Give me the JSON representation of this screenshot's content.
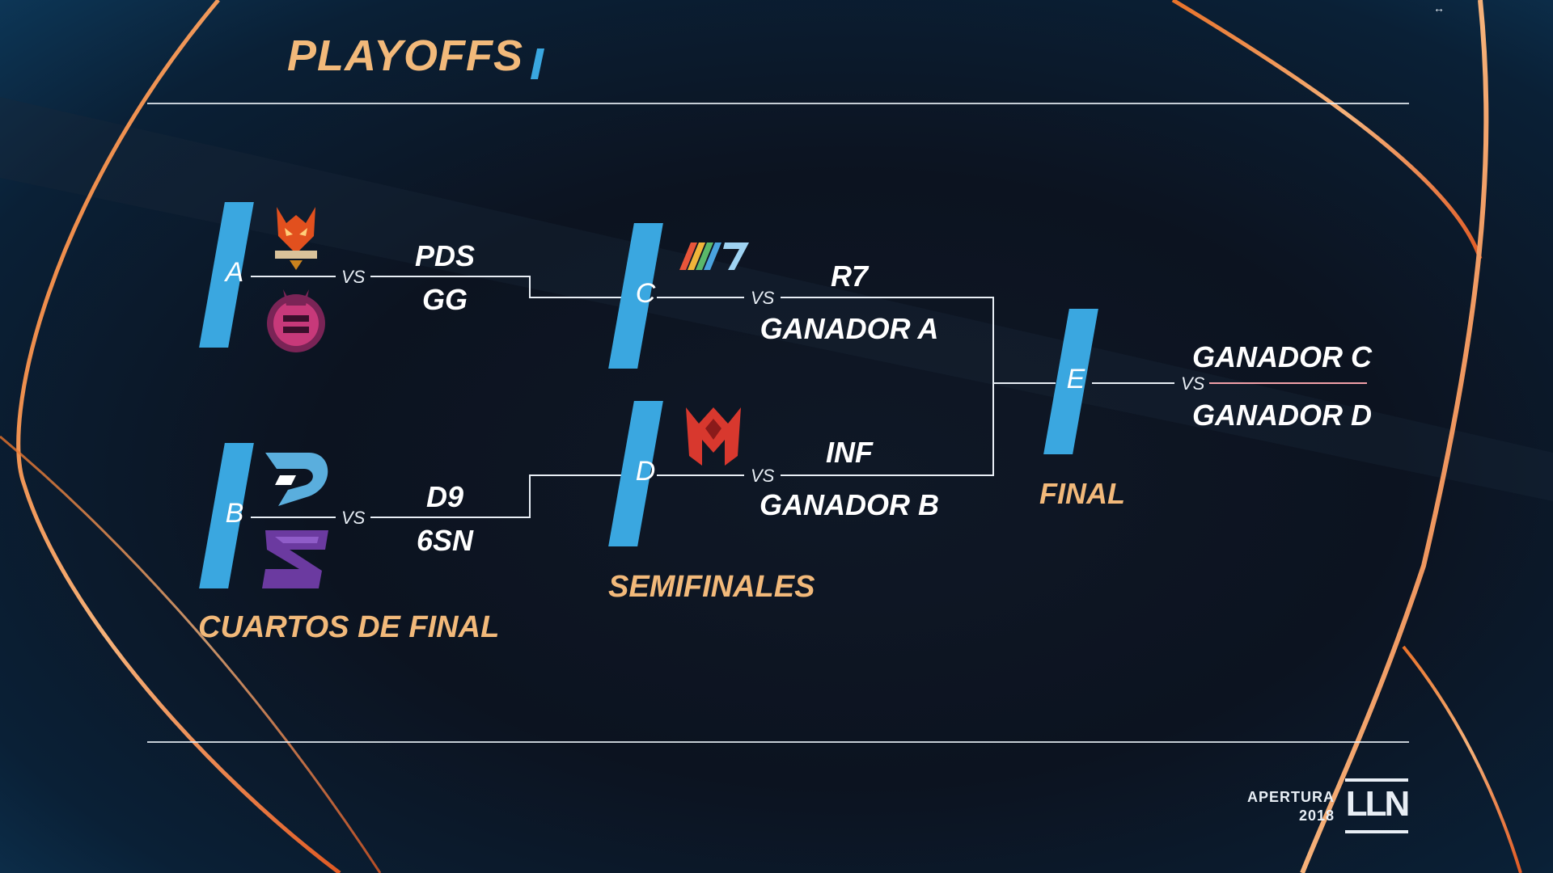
{
  "title": "PLAYOFFS",
  "colors": {
    "accent_blue": "#3aa7e0",
    "gold": "#f2b97a",
    "line": "#e8eef5"
  },
  "quarterfinals": {
    "stage_label": "CUARTOS DE FINAL",
    "match_a": {
      "slot": "A",
      "vs": "VS",
      "team1": "PDS",
      "team2": "GG",
      "logos": [
        "predators-logo",
        "gg-logo"
      ]
    },
    "match_b": {
      "slot": "B",
      "vs": "VS",
      "team1": "D9",
      "team2": "6SN",
      "logos": [
        "d9-logo",
        "6sn-logo"
      ]
    }
  },
  "semifinals": {
    "stage_label": "SEMIFINALES",
    "match_c": {
      "slot": "C",
      "vs": "VS",
      "team1": "R7",
      "team2": "GANADOR A",
      "logo": "r7-logo"
    },
    "match_d": {
      "slot": "D",
      "vs": "VS",
      "team1": "INF",
      "team2": "GANADOR B",
      "logo": "infinity-logo"
    }
  },
  "final": {
    "stage_label": "FINAL",
    "match_e": {
      "slot": "E",
      "vs": "VS",
      "team1": "GANADOR C",
      "team2": "GANADOR D"
    }
  },
  "footer": {
    "season": "APERTURA",
    "year": "2018",
    "brand": "LLN"
  },
  "corner_icon": "↔"
}
